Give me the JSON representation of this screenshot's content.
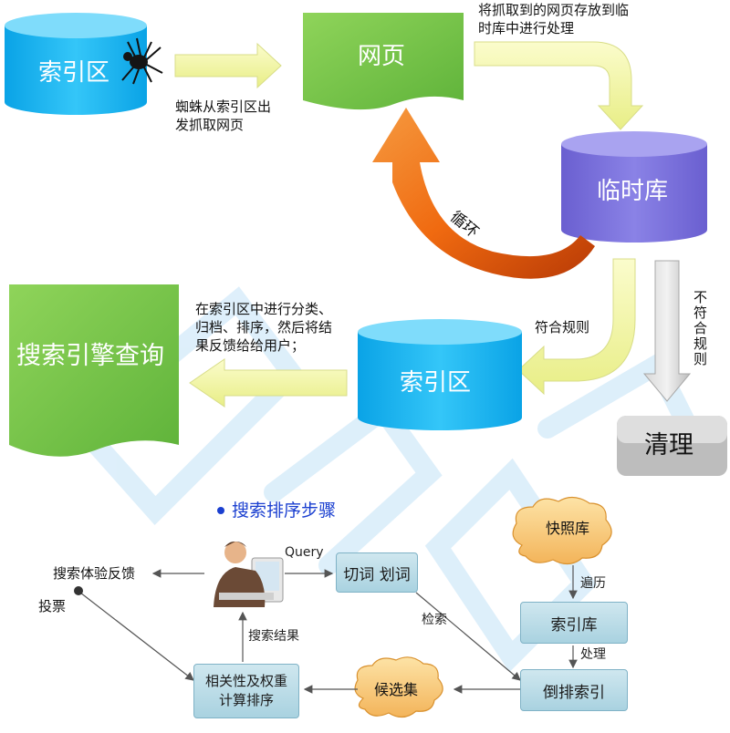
{
  "top": {
    "index_zone_1": "索引区",
    "webpage": "网页",
    "spider_note": [
      "蜘蛛从索引区出",
      "发抓取网页"
    ],
    "store_note": [
      "将抓取到的网页存放到临",
      "时库中进行处理"
    ],
    "temp_db": "临时库",
    "loop": "循环",
    "search_query": "搜索引擎查询",
    "classify_note": [
      "在索引区中进行分类、",
      "归档、排序，然后将结",
      "果反馈给给用户；"
    ],
    "index_zone_2": "索引区",
    "conform": "符合规则",
    "not_conform": [
      "不",
      "符",
      "合",
      "规",
      "则"
    ],
    "clean": "清理"
  },
  "bottom": {
    "heading": "搜索排序步骤",
    "query": "Query",
    "segment": "切词  划词",
    "snapshot": "快照库",
    "traverse": "遍历",
    "index_db": "索引库",
    "process": "处理",
    "inverted_index": "倒排索引",
    "retrieve": "检索",
    "candidate": "候选集",
    "relevance": [
      "相关性及权重",
      "计算排序"
    ],
    "search_result": "搜索结果",
    "experience": "搜索体验反馈",
    "vote": "投票"
  },
  "colors": {
    "cyan": "#18b6f0",
    "green": "#7dc84a",
    "purple": "#7a70d8",
    "orange": "#f06a10",
    "arrow_yellow": "#f2f5a0",
    "gray": "#c8c8c8"
  }
}
